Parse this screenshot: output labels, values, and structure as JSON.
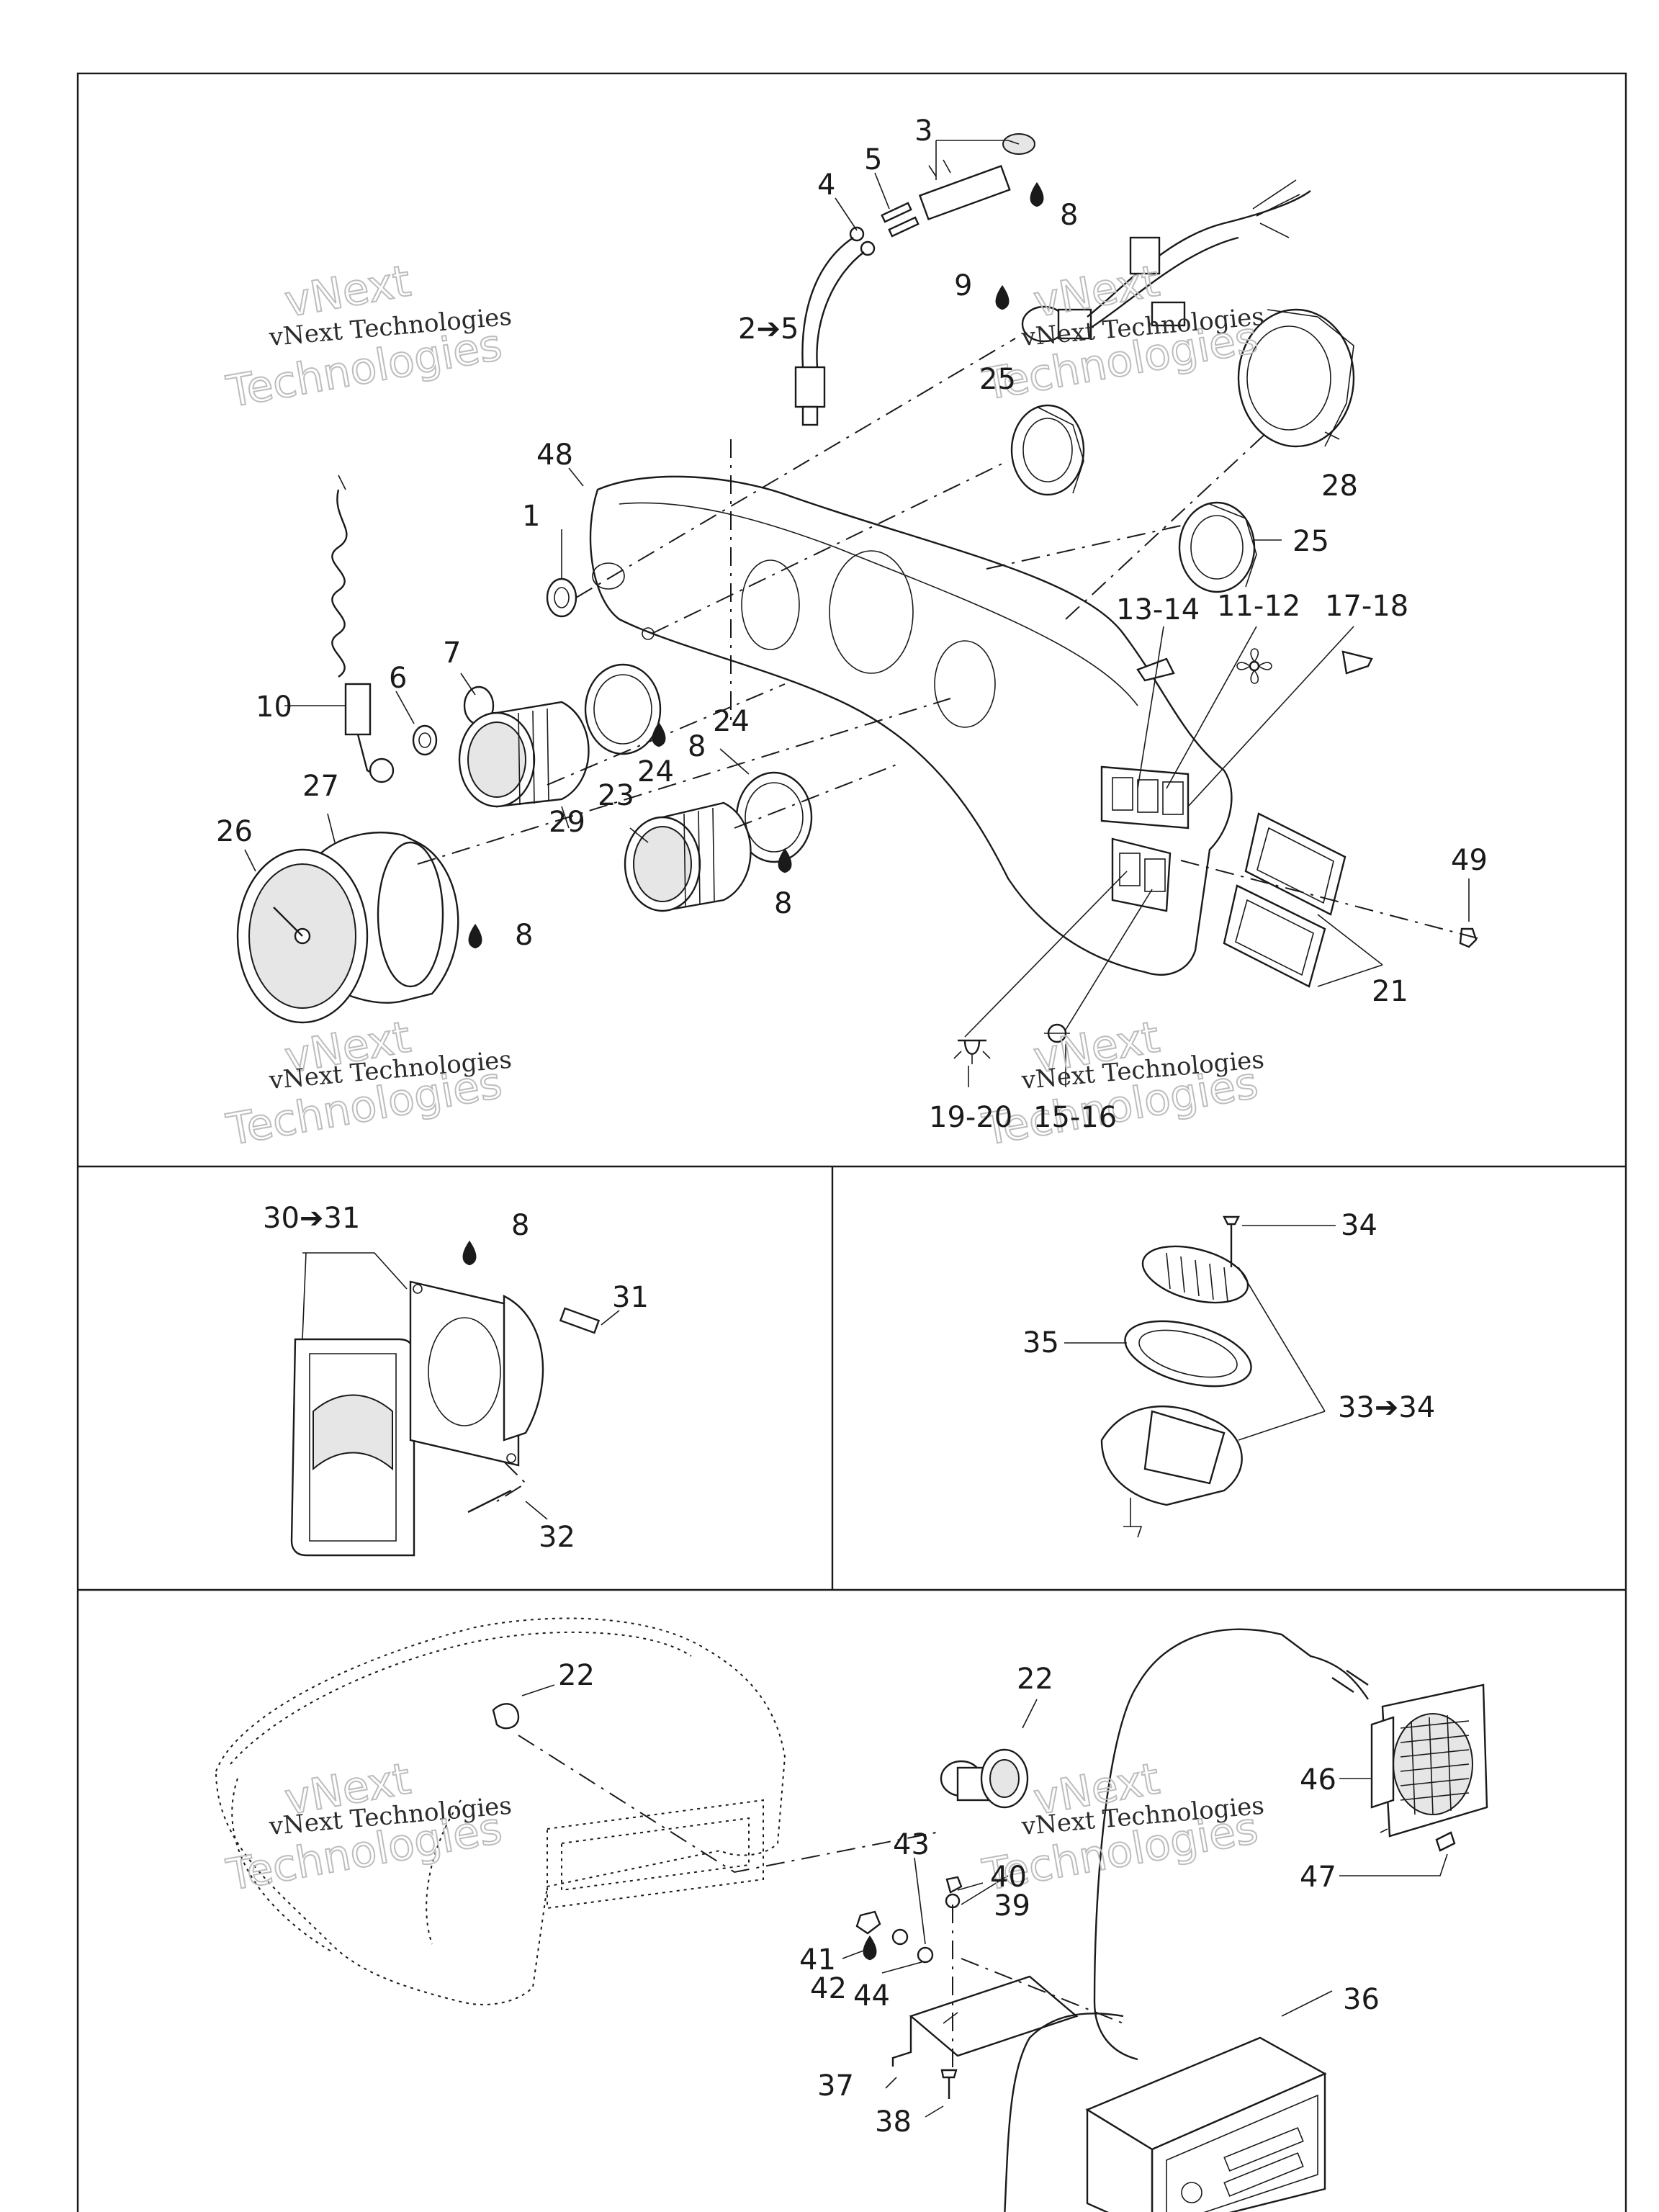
{
  "watermark": {
    "line1": "vNext Technologies",
    "line2": "Technologies",
    "overlay": "vNext"
  },
  "panels": {
    "top": {
      "callouts": [
        {
          "id": "c3",
          "text": "3"
        },
        {
          "id": "c5",
          "text": "5"
        },
        {
          "id": "c4",
          "text": "4"
        },
        {
          "id": "c8a",
          "text": "8"
        },
        {
          "id": "c9",
          "text": "9"
        },
        {
          "id": "c2to5",
          "text": "2➔5"
        },
        {
          "id": "c25a",
          "text": "25"
        },
        {
          "id": "c28",
          "text": "28"
        },
        {
          "id": "c48",
          "text": "48"
        },
        {
          "id": "c1",
          "text": "1"
        },
        {
          "id": "c25b",
          "text": "25"
        },
        {
          "id": "c13_14",
          "text": "13-14"
        },
        {
          "id": "c11_12",
          "text": "11-12"
        },
        {
          "id": "c17_18",
          "text": "17-18"
        },
        {
          "id": "c7",
          "text": "7"
        },
        {
          "id": "c10",
          "text": "10"
        },
        {
          "id": "c6",
          "text": "6"
        },
        {
          "id": "c24a",
          "text": "24"
        },
        {
          "id": "c8b",
          "text": "8"
        },
        {
          "id": "c24b",
          "text": "24"
        },
        {
          "id": "c27",
          "text": "27"
        },
        {
          "id": "c26",
          "text": "26"
        },
        {
          "id": "c29",
          "text": "29"
        },
        {
          "id": "c23",
          "text": "23"
        },
        {
          "id": "c8c",
          "text": "8"
        },
        {
          "id": "c8d",
          "text": "8"
        },
        {
          "id": "c49",
          "text": "49"
        },
        {
          "id": "c21",
          "text": "21"
        },
        {
          "id": "c19_20",
          "text": "19-20"
        },
        {
          "id": "c15_16",
          "text": "15-16"
        }
      ]
    },
    "middle_left": {
      "callouts": [
        {
          "id": "c30to31",
          "text": "30➔31"
        },
        {
          "id": "c8e",
          "text": "8"
        },
        {
          "id": "c31",
          "text": "31"
        },
        {
          "id": "c32",
          "text": "32"
        }
      ]
    },
    "middle_right": {
      "callouts": [
        {
          "id": "c34",
          "text": "34"
        },
        {
          "id": "c35",
          "text": "35"
        },
        {
          "id": "c33to34",
          "text": "33➔34"
        }
      ]
    },
    "bottom": {
      "callouts": [
        {
          "id": "c22a",
          "text": "22"
        },
        {
          "id": "c22b",
          "text": "22"
        },
        {
          "id": "c46",
          "text": "46"
        },
        {
          "id": "c47",
          "text": "47"
        },
        {
          "id": "c43",
          "text": "43"
        },
        {
          "id": "c40",
          "text": "40"
        },
        {
          "id": "c39",
          "text": "39"
        },
        {
          "id": "c41",
          "text": "41"
        },
        {
          "id": "c42",
          "text": "42"
        },
        {
          "id": "c44",
          "text": "44"
        },
        {
          "id": "c36",
          "text": "36"
        },
        {
          "id": "c37",
          "text": "37"
        },
        {
          "id": "c38",
          "text": "38"
        }
      ]
    }
  }
}
